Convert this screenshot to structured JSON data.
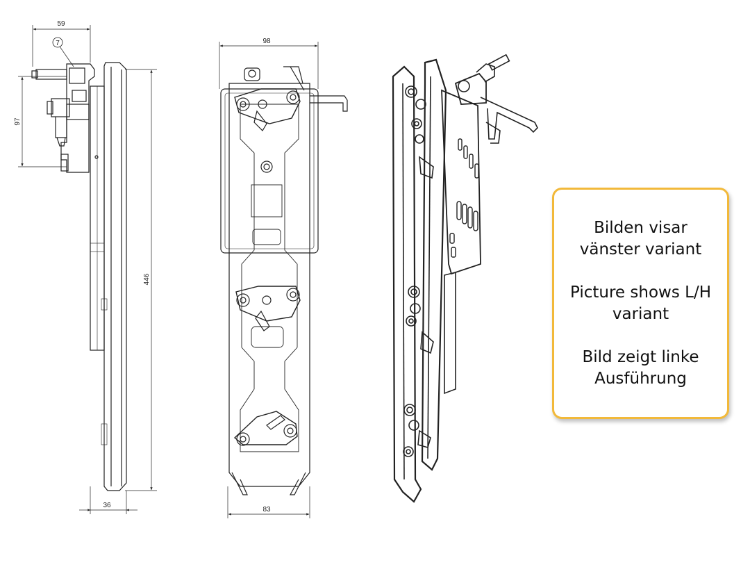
{
  "dimensions": {
    "side_width": "59",
    "side_height": "97",
    "total_height": "446",
    "bottom_width": "36",
    "front_top_width": "98",
    "front_bottom_width": "83",
    "callout_number": "7"
  },
  "note": {
    "lines_sv": [
      "Bilden visar",
      "vänster variant"
    ],
    "lines_en": [
      "Picture shows L/H",
      "variant"
    ],
    "lines_de": [
      "Bild zeigt linke",
      "Ausführung"
    ]
  },
  "colors": {
    "line": "#222222",
    "note_border": "#f2b93a"
  }
}
